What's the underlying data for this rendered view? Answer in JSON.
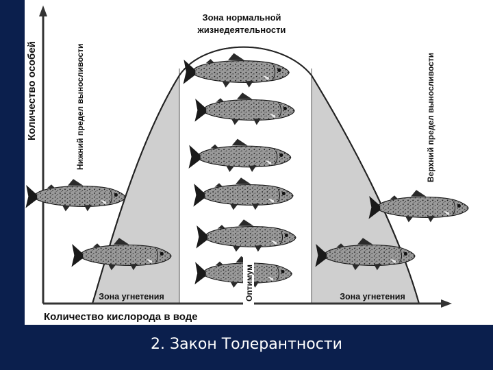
{
  "diagram": {
    "y_axis_label": "Количество особей",
    "x_axis_label": "Количество кислорода в воде",
    "lower_limit_label": "Нижний предел выносливости",
    "upper_limit_label": "Верхний предел выносливости",
    "normal_zone_line1": "Зона нормальной",
    "normal_zone_line2": "жизнедеятельности",
    "optimum_label": "Оптимум",
    "left_stress_zone": "Зона угнетения",
    "right_stress_zone": "Зона угнетения",
    "fish_icon": "fish-icon"
  },
  "slide": {
    "caption": "2. Закон Толерантности"
  },
  "colors": {
    "background": "#0b1f4d",
    "panel": "#ffffff",
    "stress_zone_fill": "#cfcfcf",
    "normal_zone_fill": "#ffffff",
    "fish_body": "#8a8a8a",
    "text": "#111111"
  }
}
